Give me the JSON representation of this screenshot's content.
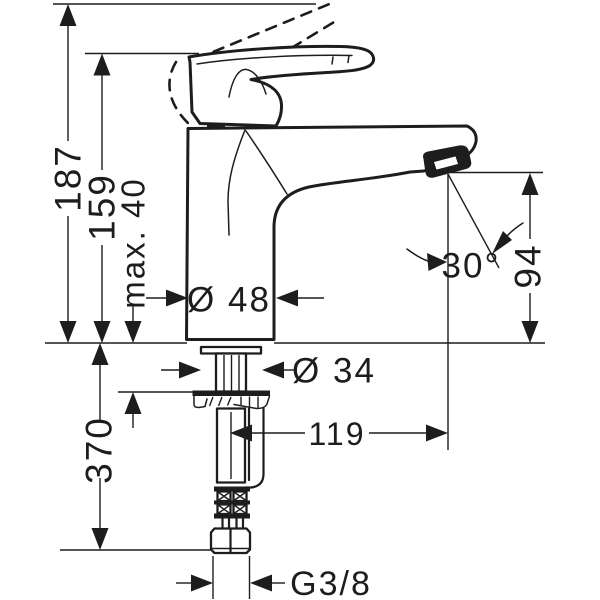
{
  "diagram": {
    "type": "technical-dimension-drawing",
    "subject": "single-lever basin mixer tap, side elevation with installation dimensions",
    "units": "mm",
    "colors": {
      "line": "#1d1d1b",
      "background": "#ffffff"
    },
    "labels": {
      "overall_height": "187",
      "lever_height": "159",
      "max_mounting_thickness": "max. 40",
      "under_counter_length": "370",
      "base_diameter": "Ø 48",
      "shank_diameter": "Ø 34",
      "spout_reach": "119",
      "outlet_height": "94",
      "outlet_angle": "30°",
      "connection_thread": "G3/8"
    }
  }
}
